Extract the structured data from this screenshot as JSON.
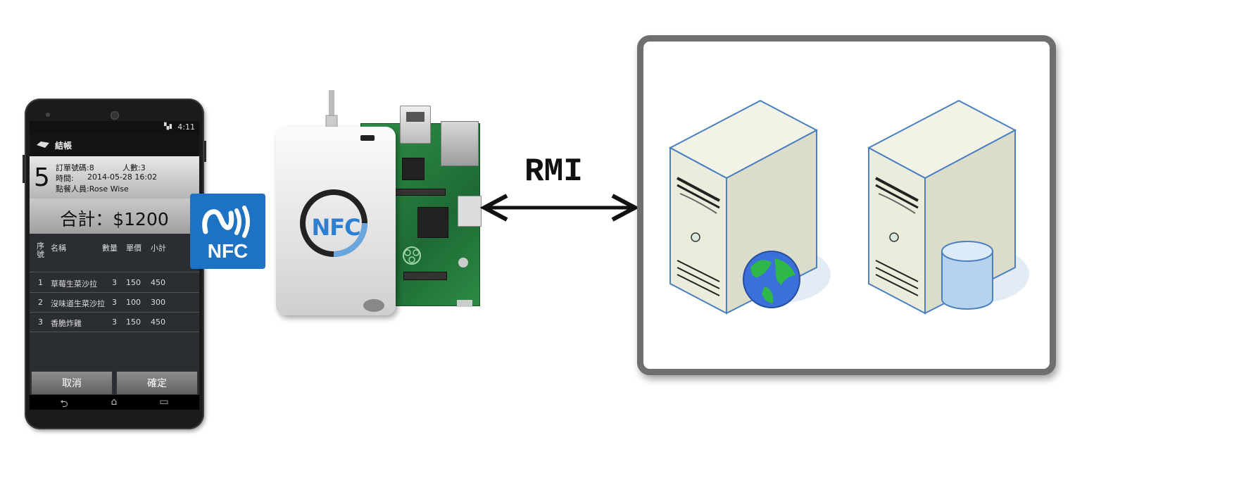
{
  "phone": {
    "status_time": "4:11",
    "app_title": "結帳",
    "order_number_big": "5",
    "order_no_line": "訂單號碼:8",
    "people_line": "人數:3",
    "time_label": "時間:",
    "time_value": "2014-05-28 16:02",
    "staff_line": "點餐人員:Rose Wise",
    "total_text": "合計：$1200",
    "table": {
      "headers": {
        "seq": "序號",
        "name": "名稱",
        "qty": "數量",
        "price": "單價",
        "subtotal": "小計"
      },
      "rows": [
        {
          "seq": "1",
          "name": "草莓生菜沙拉",
          "qty": "3",
          "price": "150",
          "subtotal": "450"
        },
        {
          "seq": "2",
          "name": "沒味道生菜沙拉",
          "qty": "3",
          "price": "100",
          "subtotal": "300"
        },
        {
          "seq": "3",
          "name": "香脆炸雞",
          "qty": "3",
          "price": "150",
          "subtotal": "450"
        }
      ]
    },
    "cancel_label": "取消",
    "confirm_label": "確定"
  },
  "nfc_logo_text": "NFC",
  "reader_label": "NFC",
  "rmi_label": "RMI",
  "icons": {
    "phone": "android-phone-icon",
    "nfc": "nfc-logo-icon",
    "reader": "nfc-reader-raspberry-pi-icon",
    "web_server": "web-server-globe-icon",
    "db_server": "database-server-icon"
  },
  "colors": {
    "nfc_blue": "#1e72c4",
    "frame_gray": "#6f6f6f",
    "server_outline": "#4a7fc1",
    "globe_blue": "#3b6fd9",
    "globe_green": "#2fb84a"
  }
}
